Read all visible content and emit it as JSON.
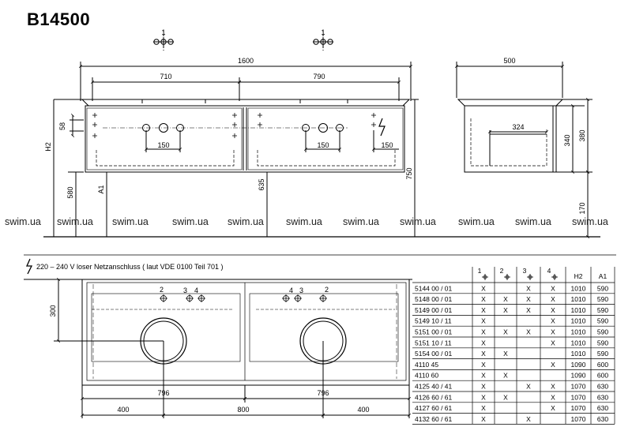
{
  "title": "B14500",
  "front": {
    "width": "1600",
    "left_width": "710",
    "right_width": "790",
    "dim_58": "58",
    "dim_150_a": "150",
    "dim_150_b": "150",
    "dim_150_c": "150",
    "label_h2": "H2",
    "label_a1": "A1",
    "dim_580": "580",
    "dim_635": "635",
    "dim_750": "750",
    "marker_1": "1"
  },
  "side": {
    "width": "500",
    "dim_324": "324",
    "dim_340": "340",
    "dim_380": "380",
    "dim_170": "170"
  },
  "watermark": "swim.ua",
  "power_note": "220 – 240 V loser Netzanschluss ( laut VDE 0100 Teil 701 )",
  "plan": {
    "dim_300": "300",
    "dim_796_a": "796",
    "dim_796_b": "796",
    "dim_400_a": "400",
    "dim_800": "800",
    "dim_400_b": "400",
    "num_2a": "2",
    "num_3a": "3",
    "num_4a": "4",
    "num_4b": "4",
    "num_3b": "3",
    "num_2b": "2"
  },
  "table": {
    "headers": [
      "1",
      "2",
      "3",
      "4",
      "H2",
      "A1"
    ],
    "rows": [
      {
        "code": "5144 00 / 01",
        "c1": "X",
        "c2": "",
        "c3": "X",
        "c4": "X",
        "h2": "1010",
        "a1": "590"
      },
      {
        "code": "5148 00 / 01",
        "c1": "X",
        "c2": "X",
        "c3": "X",
        "c4": "X",
        "h2": "1010",
        "a1": "590"
      },
      {
        "code": "5149 00 / 01",
        "c1": "X",
        "c2": "X",
        "c3": "X",
        "c4": "X",
        "h2": "1010",
        "a1": "590"
      },
      {
        "code": "5149 10 / 11",
        "c1": "X",
        "c2": "",
        "c3": "",
        "c4": "X",
        "h2": "1010",
        "a1": "590"
      },
      {
        "code": "5151 00 / 01",
        "c1": "X",
        "c2": "X",
        "c3": "X",
        "c4": "X",
        "h2": "1010",
        "a1": "590"
      },
      {
        "code": "5151 10 / 11",
        "c1": "X",
        "c2": "",
        "c3": "",
        "c4": "X",
        "h2": "1010",
        "a1": "590"
      },
      {
        "code": "5154 00 / 01",
        "c1": "X",
        "c2": "X",
        "c3": "",
        "c4": "",
        "h2": "1010",
        "a1": "590"
      },
      {
        "code": "4110 45",
        "c1": "X",
        "c2": "",
        "c3": "",
        "c4": "X",
        "h2": "1090",
        "a1": "600"
      },
      {
        "code": "4110 60",
        "c1": "X",
        "c2": "X",
        "c3": "",
        "c4": "",
        "h2": "1090",
        "a1": "600"
      },
      {
        "code": "4125 40 / 41",
        "c1": "X",
        "c2": "",
        "c3": "X",
        "c4": "X",
        "h2": "1070",
        "a1": "630"
      },
      {
        "code": "4126 60 / 61",
        "c1": "X",
        "c2": "X",
        "c3": "",
        "c4": "X",
        "h2": "1070",
        "a1": "630"
      },
      {
        "code": "4127 60 / 61",
        "c1": "X",
        "c2": "",
        "c3": "",
        "c4": "X",
        "h2": "1070",
        "a1": "630"
      },
      {
        "code": "4132 60 / 61",
        "c1": "X",
        "c2": "",
        "c3": "X",
        "c4": "",
        "h2": "1070",
        "a1": "630"
      }
    ]
  }
}
